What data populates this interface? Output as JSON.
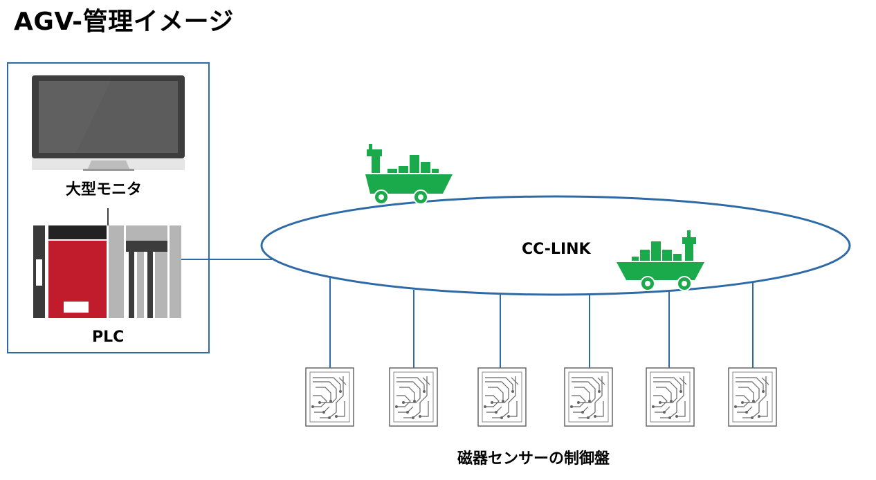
{
  "title": "AGV-管理イメージ",
  "labels": {
    "monitor": "大型モニタ",
    "plc": "PLC",
    "network": "CC-LINK",
    "control_panels": "磁器センサーの制御盤"
  },
  "icons": {
    "monitor": "monitor-icon",
    "plc": "plc-rack-icon",
    "agv": "agv-cart-icon",
    "control_panel": "circuit-board-icon"
  },
  "colors": {
    "accent_blue": "#2e6aa6",
    "agv_green": "#1aaa4b",
    "plc_red": "#c01c2c"
  },
  "control_panel_count": 6,
  "agv_count": 2
}
